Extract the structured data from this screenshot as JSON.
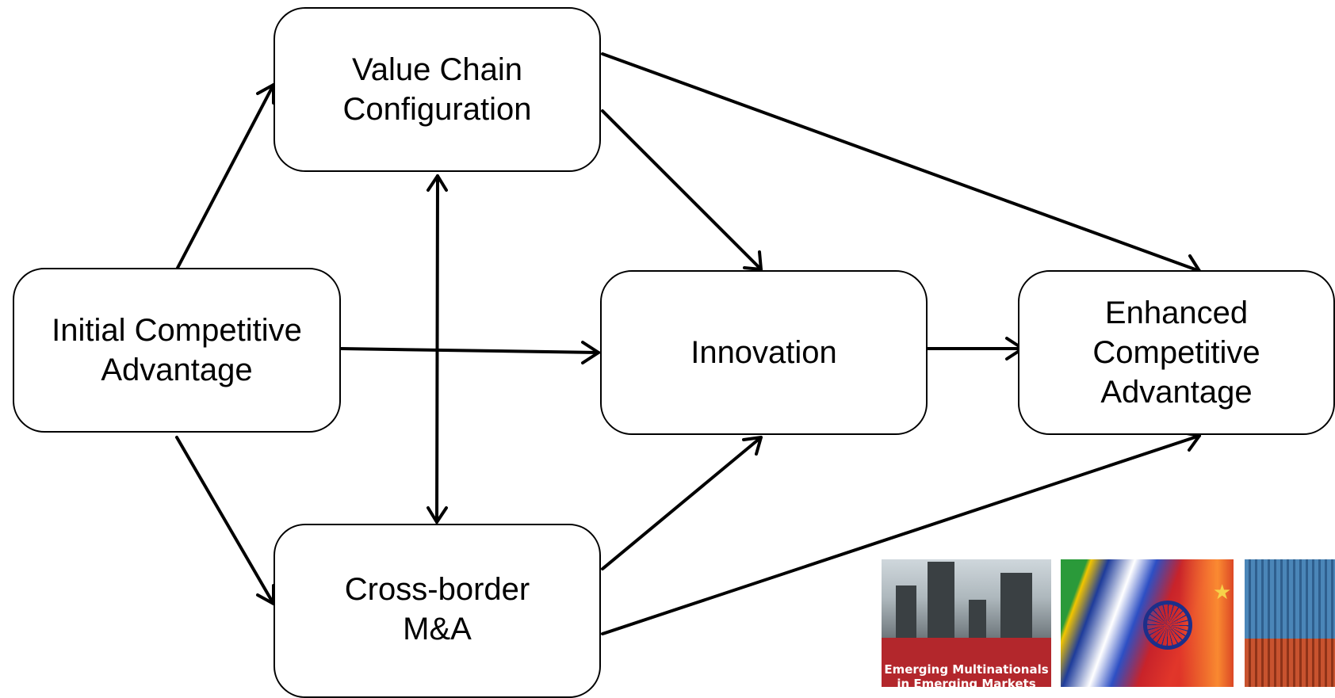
{
  "diagram": {
    "nodes": {
      "initial": "Initial Competitive\nAdvantage",
      "value_chain": "Value Chain\nConfiguration",
      "innovation": "Innovation",
      "enhanced": "Enhanced\nCompetitive\nAdvantage",
      "mna": "Cross-border\nM&A"
    }
  },
  "thumbnails": {
    "book_title": "Emerging Multinationals\nin Emerging Markets"
  }
}
